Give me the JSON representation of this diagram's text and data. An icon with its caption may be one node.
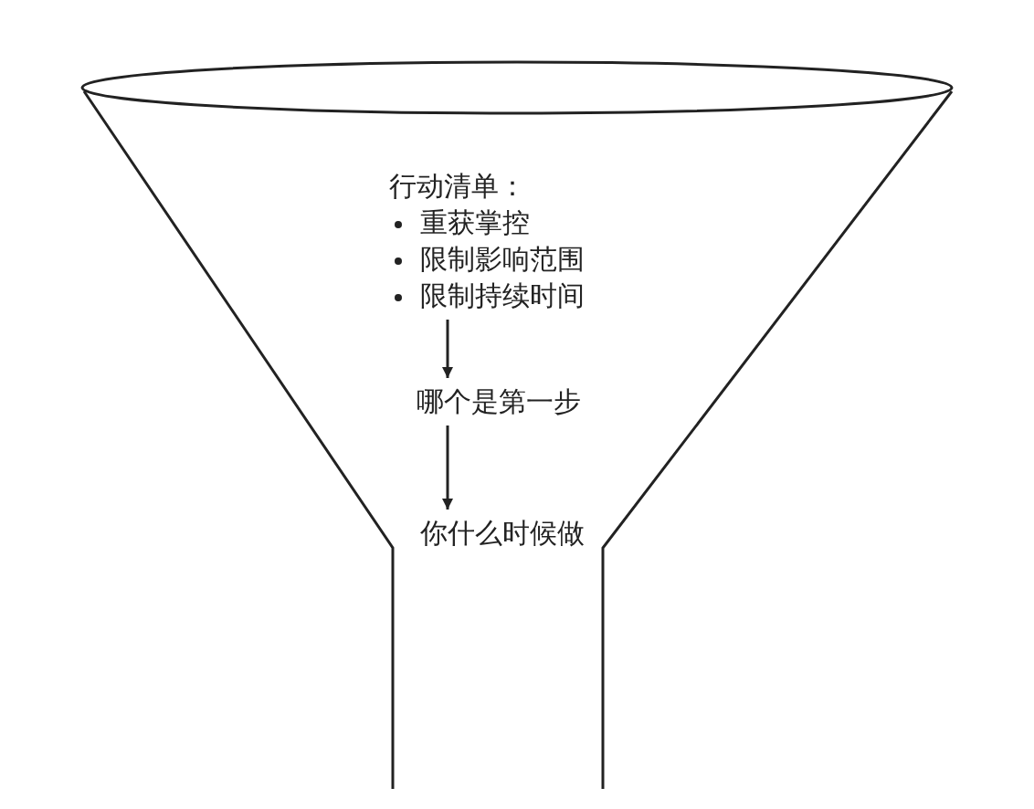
{
  "diagram": {
    "nodes": [
      {
        "text": [],
        "shape": "funnel"
      },
      {
        "text": [
          "行动清单：",
          "重获掌控",
          "限制影响范围",
          "限制持续时间"
        ],
        "in": 0
      },
      {
        "text": [
          "哪个是第一步"
        ],
        "in": 0
      },
      {
        "text": [
          "你什么时候做"
        ],
        "in": 0
      }
    ],
    "edges": [
      {
        "from": 1,
        "to": 2,
        "arrow": "to"
      },
      {
        "from": 2,
        "to": 3,
        "arrow": "to"
      }
    ]
  }
}
